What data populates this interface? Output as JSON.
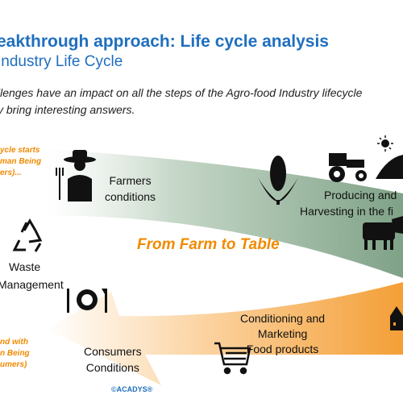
{
  "header": {
    "title": "eakthrough approach: Life cycle analysis",
    "subtitle": "Industry Life Cycle",
    "intro_line1": "llenges have an impact on all the steps of the Agro-food Industry lifecycle",
    "intro_line2": "y bring interesting answers."
  },
  "diagram": {
    "start_note": [
      "ycle starts",
      "man Being",
      "ers)..."
    ],
    "end_note": [
      "nd with",
      "n Being",
      "umers)"
    ],
    "farmers": [
      "Farmers",
      "conditions"
    ],
    "producing": [
      "Producing and",
      "Harvesting in the fi"
    ],
    "waste": [
      "Waste",
      "Management"
    ],
    "center_label": "From Farm to Table",
    "conditioning": [
      "Conditioning and",
      "Marketing",
      "Food products"
    ],
    "consumers": [
      "Consumers",
      "Conditions"
    ],
    "copyright": "©ACADYS®",
    "icons": [
      "farmer-icon",
      "corn-icon",
      "tractor-icon",
      "field-sun-icon",
      "cow-icon",
      "recycle-icon",
      "plate-cutlery-icon",
      "factory-icon",
      "shopping-cart-icon"
    ],
    "colors": {
      "title_blue": "#1f6fbf",
      "orange": "#f08a00",
      "green_arrow": "#8fae96"
    }
  }
}
